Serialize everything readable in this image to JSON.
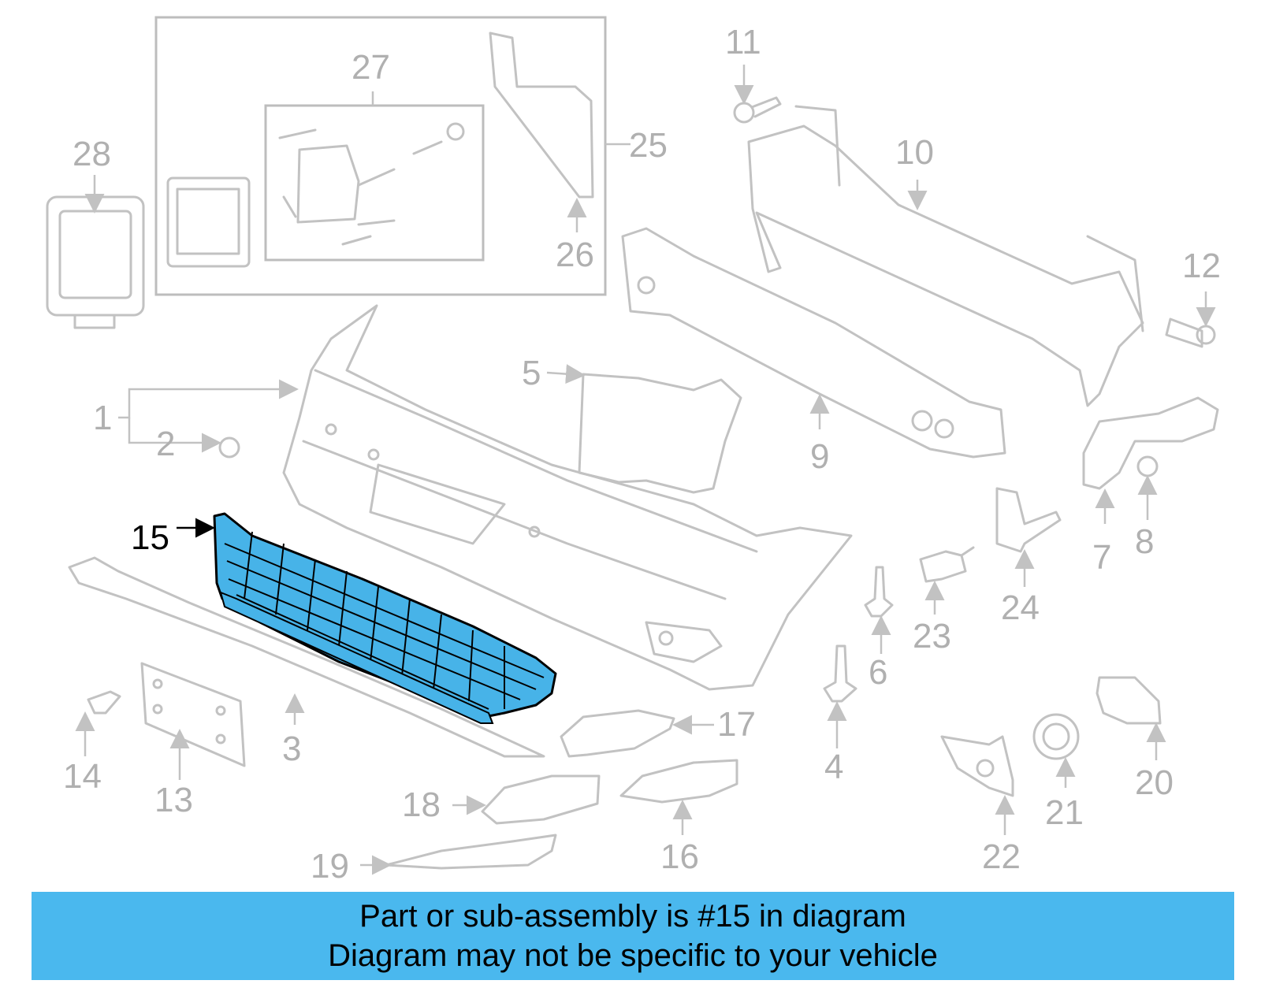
{
  "callouts": {
    "c1": "1",
    "c2": "2",
    "c3": "3",
    "c4": "4",
    "c5": "5",
    "c6": "6",
    "c7": "7",
    "c8": "8",
    "c9": "9",
    "c10": "10",
    "c11": "11",
    "c12": "12",
    "c13": "13",
    "c14": "14",
    "c15": "15",
    "c16": "16",
    "c17": "17",
    "c18": "18",
    "c19": "19",
    "c20": "20",
    "c21": "21",
    "c22": "22",
    "c23": "23",
    "c24": "24",
    "c25": "25",
    "c26": "26",
    "c27": "27",
    "c28": "28"
  },
  "highlight": {
    "part_number": "15",
    "color": "#47b3e8",
    "outline_color": "#000000"
  },
  "line_color": "#c2c2c2",
  "banner": {
    "line1": "Part or sub-assembly is #15 in diagram",
    "line2": "Diagram may not be specific to your vehicle",
    "background": "#4ab8ee"
  }
}
